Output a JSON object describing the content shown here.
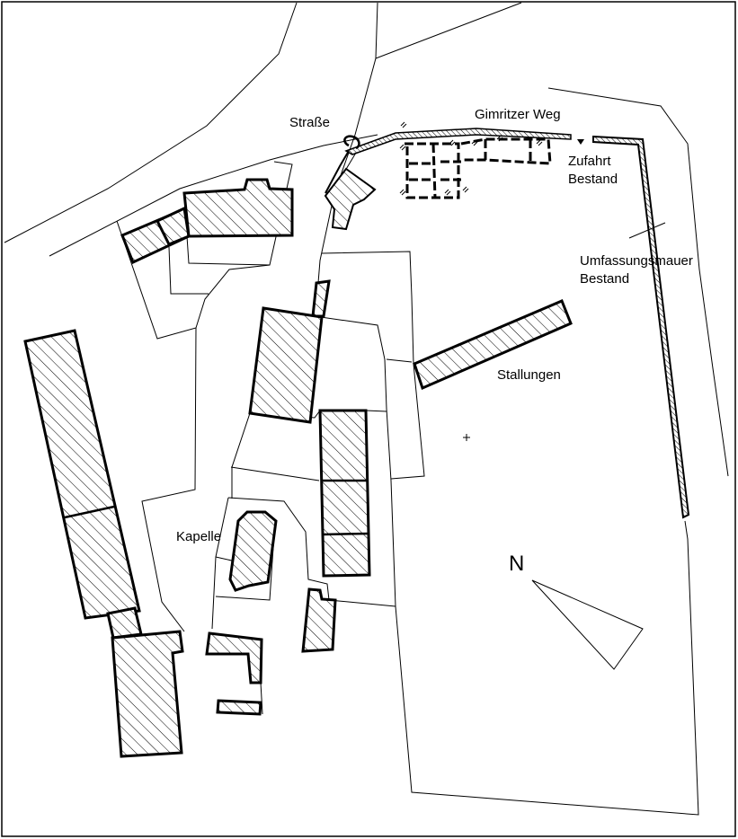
{
  "labels": {
    "street": "Straße",
    "gimritzer_weg": "Gimritzer Weg",
    "zufahrt_line1": "Zufahrt",
    "zufahrt_line2": "Bestand",
    "mauer_line1": "Umfassungsmauer",
    "mauer_line2": "Bestand",
    "stallungen": "Stallungen",
    "kapelle": "Kapelle",
    "north": "N"
  },
  "colors": {
    "line": "#000000",
    "background": "#ffffff"
  },
  "icons": {
    "north_arrow": "triangle-outline",
    "access_marker": "triangle-down-filled",
    "center_mark": "plus-cross"
  }
}
